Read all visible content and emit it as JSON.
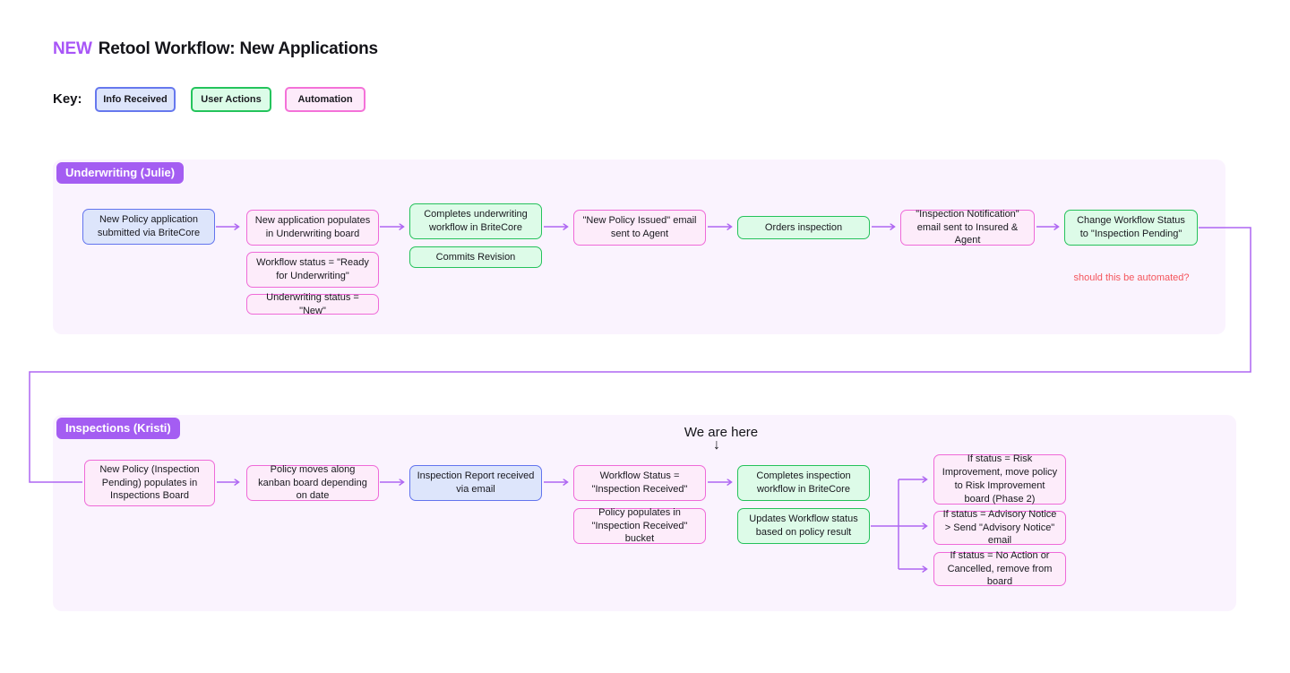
{
  "title": {
    "highlight": "NEW",
    "text": "Retool Workflow: New Applications"
  },
  "key": {
    "label": "Key:",
    "items": [
      {
        "label": "Info Received",
        "type": "info"
      },
      {
        "label": "User Actions",
        "type": "user"
      },
      {
        "label": "Automation",
        "type": "automation"
      }
    ]
  },
  "annotations": {
    "automate_question": "should this be automated?",
    "we_are_here": "We are here",
    "down_arrow": "↓"
  },
  "colors": {
    "accent_purple": "#a855f7",
    "lane_background": "#faf3fe",
    "info_fill": "#dde5fb",
    "info_border": "#6274ee",
    "user_fill": "#ddfbe8",
    "user_border": "#25c25b",
    "automation_fill": "#fdecfa",
    "automation_border": "#ef6ad8",
    "connector": "#ae66f2",
    "annotation_red": "#f4555c"
  },
  "sections": [
    {
      "label": "Underwriting (Julie)",
      "boxes": [
        {
          "type": "info",
          "text": "New Policy application submitted via BriteCore"
        },
        {
          "type": "automation",
          "text": "New application populates in Underwriting board"
        },
        {
          "type": "automation",
          "text": "Workflow status = \"Ready for Underwriting\""
        },
        {
          "type": "automation",
          "text": "Underwriting status = \"New\""
        },
        {
          "type": "user",
          "text": "Completes underwriting workflow in BriteCore"
        },
        {
          "type": "user",
          "text": "Commits Revision"
        },
        {
          "type": "automation",
          "text": "\"New Policy Issued\" email sent to Agent"
        },
        {
          "type": "user",
          "text": "Orders inspection"
        },
        {
          "type": "automation",
          "text": "\"Inspection Notification\" email sent to Insured & Agent"
        },
        {
          "type": "user",
          "text": "Change Workflow Status to \"Inspection Pending\""
        }
      ]
    },
    {
      "label": "Inspections (Kristi)",
      "boxes": [
        {
          "type": "automation",
          "text": "New Policy (Inspection Pending) populates in Inspections Board"
        },
        {
          "type": "automation",
          "text": "Policy moves along kanban board depending on date"
        },
        {
          "type": "info",
          "text": "Inspection Report received via email"
        },
        {
          "type": "automation",
          "text": "Workflow Status = \"Inspection Received\""
        },
        {
          "type": "automation",
          "text": "Policy populates in \"Inspection Received\" bucket"
        },
        {
          "type": "user",
          "text": "Completes inspection workflow in BriteCore"
        },
        {
          "type": "user",
          "text": "Updates Workflow status based on policy result"
        },
        {
          "type": "automation",
          "text": "If status = Risk Improvement, move policy to Risk Improvement board (Phase 2)"
        },
        {
          "type": "automation",
          "text": "If status = Advisory Notice > Send \"Advisory Notice\" email"
        },
        {
          "type": "automation",
          "text": "If status = No Action or Cancelled, remove from board"
        }
      ]
    }
  ]
}
